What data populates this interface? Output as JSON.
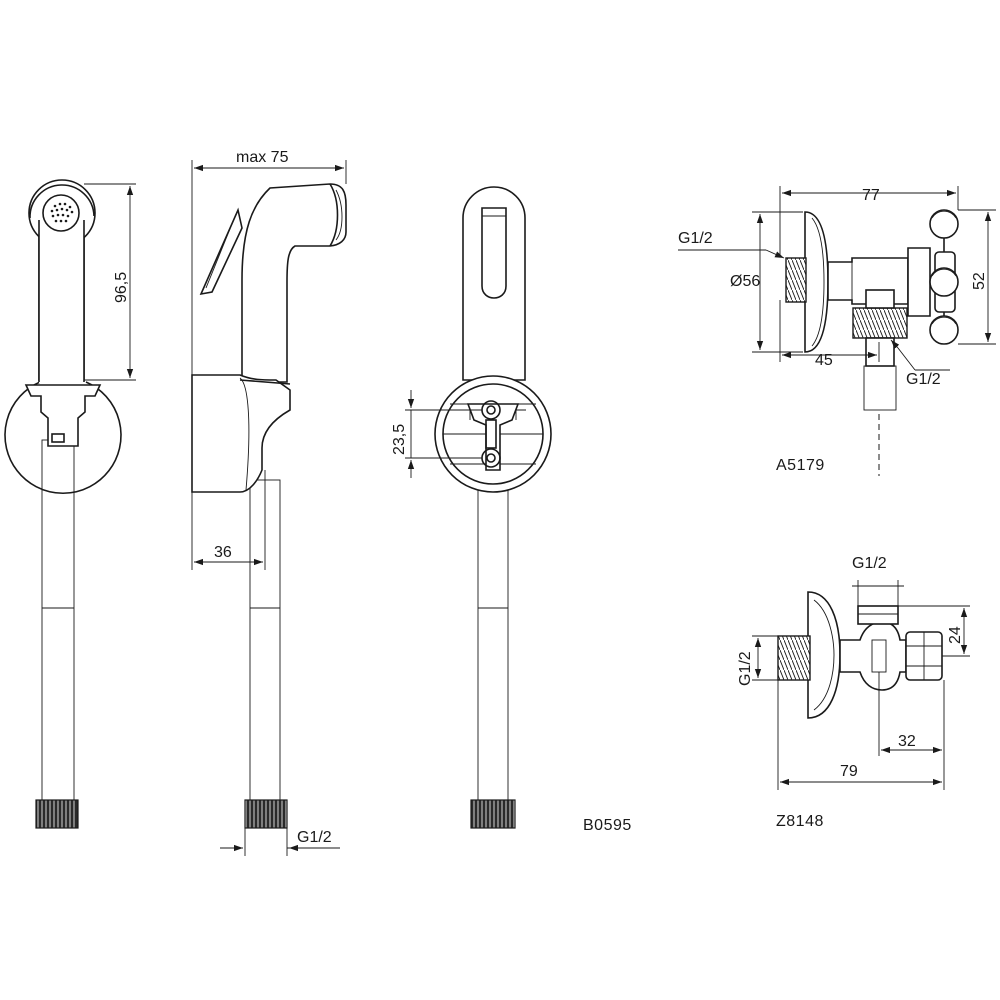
{
  "drawing": {
    "codes": {
      "shower_set": "B0595",
      "angle_valve_a": "A5179",
      "angle_valve_z": "Z8148"
    },
    "dimensions": {
      "handset_height": "96,5",
      "handset_width": "max 75",
      "holder_depth": "36",
      "hose_thread": "G1/2",
      "holder_hole_spacing": "23,5",
      "a5179_length": "77",
      "a5179_inlet_thread": "G1/2",
      "a5179_flange_diameter": "Ø56",
      "a5179_height": "52",
      "a5179_outlet_offset": "45",
      "a5179_outlet_thread": "G1/2",
      "z8148_top_thread": "G1/2",
      "z8148_height": "24",
      "z8148_inlet_thread": "G1/2",
      "z8148_outlet_offset": "32",
      "z8148_length": "79"
    },
    "icons": [
      "front-view",
      "side-view",
      "rear-view",
      "angle-valve-a5179",
      "angle-valve-z8148"
    ]
  }
}
